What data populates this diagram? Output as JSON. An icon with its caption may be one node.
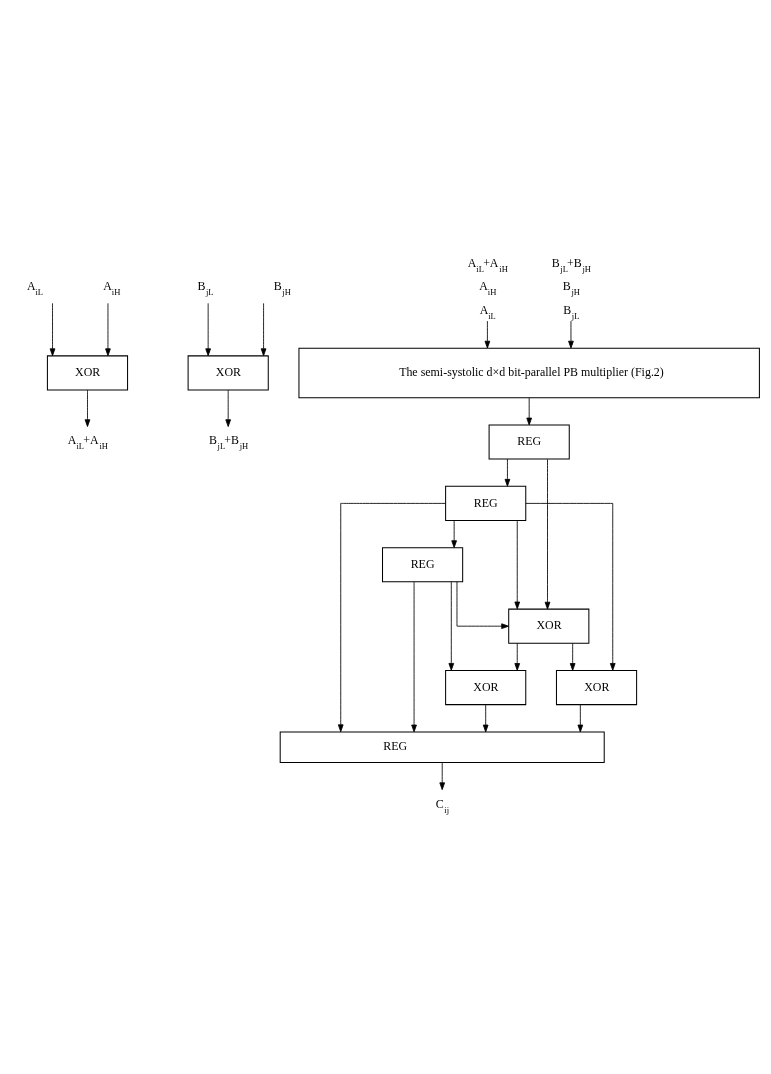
{
  "diagram": {
    "nodes": [
      {
        "text": [
          "A$_{iL}$"
        ]
      },
      {
        "text": [
          "A$_{iH}$"
        ]
      },
      {
        "text": [
          "B$_{jL}$"
        ]
      },
      {
        "text": [
          "B$_{jH}$"
        ]
      },
      {
        "text": [
          "XOR"
        ]
      },
      {
        "text": [
          "XOR"
        ]
      },
      {
        "text": [
          "A$_{iL}$+A$_{iH}$"
        ]
      },
      {
        "text": [
          "B$_{jL}$+B$_{jH}$"
        ]
      },
      {
        "text": [
          "A$_{iL}$+A$_{iH}$",
          "A$_{iH}$",
          "A$_{iL}$"
        ]
      },
      {
        "text": [
          "B$_{jL}$+B$_{jH}$",
          "B$_{jH}$",
          "B$_{jL}$"
        ]
      },
      {
        "text": [
          "The semi-systolic d×d bit-parallel PB multiplier (Fig.2)"
        ]
      },
      {
        "text": [
          "REG"
        ]
      },
      {
        "text": [
          "REG"
        ]
      },
      {
        "text": [
          "REG"
        ]
      },
      {
        "text": [
          "XOR"
        ]
      },
      {
        "text": [
          "XOR"
        ]
      },
      {
        "text": [
          "XOR"
        ]
      },
      {
        "text": [
          "REG"
        ]
      },
      {
        "text": [
          "C$_{ij}$"
        ]
      }
    ],
    "edges": [
      {
        "from": 0,
        "to": 4,
        "arrow": "to"
      },
      {
        "from": 1,
        "to": 4,
        "arrow": "to"
      },
      {
        "from": 2,
        "to": 5,
        "arrow": "to"
      },
      {
        "from": 3,
        "to": 5,
        "arrow": "to"
      },
      {
        "from": 4,
        "to": 6,
        "arrow": "to"
      },
      {
        "from": 5,
        "to": 7,
        "arrow": "to"
      },
      {
        "from": 8,
        "to": 10,
        "arrow": "to"
      },
      {
        "from": 9,
        "to": 10,
        "arrow": "to"
      },
      {
        "from": 10,
        "to": 11,
        "arrow": "to"
      },
      {
        "from": 11,
        "to": 12,
        "arrow": "to"
      },
      {
        "from": 11,
        "to": 14,
        "arrow": "to"
      },
      {
        "from": 12,
        "to": 13,
        "arrow": "to"
      },
      {
        "from": 12,
        "to": 14,
        "arrow": "to"
      },
      {
        "from": 12,
        "to": 16,
        "arrow": "to"
      },
      {
        "from": 12,
        "to": 17,
        "arrow": "to"
      },
      {
        "from": 13,
        "to": 17,
        "arrow": "to"
      },
      {
        "from": 13,
        "to": 14,
        "arrow": "to"
      },
      {
        "from": 13,
        "to": 15,
        "arrow": "to"
      },
      {
        "from": 14,
        "to": 15,
        "arrow": "to"
      },
      {
        "from": 14,
        "to": 16,
        "arrow": "to"
      },
      {
        "from": 15,
        "to": 17,
        "arrow": "to"
      },
      {
        "from": 16,
        "to": 17,
        "arrow": "to"
      },
      {
        "from": 17,
        "to": 18,
        "arrow": "to"
      }
    ]
  }
}
